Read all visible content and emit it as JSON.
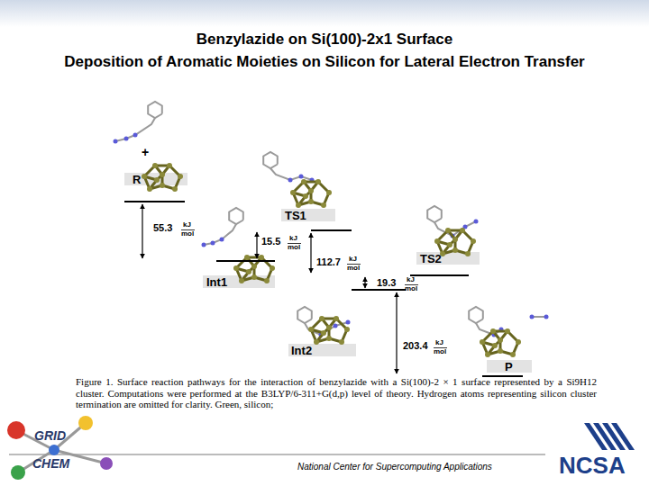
{
  "diagram": {
    "title": "Benzylazide on Si(100)-2x1 Surface",
    "caption": "Figure 1. Surface reaction pathways for the interaction of benzylazide with a Si(100)-2 × 1 surface represented by a Si9H12 cluster. Computations were performed at the B3LYP/6-311+G(d,p) level of theory. Hydrogen atoms representing silicon cluster termination are omitted for clarity. Green, silicon;",
    "labels": [
      "Deposition of Aromatic Moieties on Silicon for Lateral Electron Transfer",
      "+",
      "R",
      "55.3",
      "kJ",
      "mol",
      "TS1",
      "15.5",
      "kJ",
      "mol",
      "Int1",
      "112.7",
      "kJ",
      "mol",
      "TS2",
      "19.3",
      "kJ",
      "mol",
      "Int2",
      "203.4",
      "kJ",
      "mol",
      "P",
      "GRID",
      "CHEM",
      "National Center for Supercomputing Applications",
      "NCSA"
    ]
  }
}
